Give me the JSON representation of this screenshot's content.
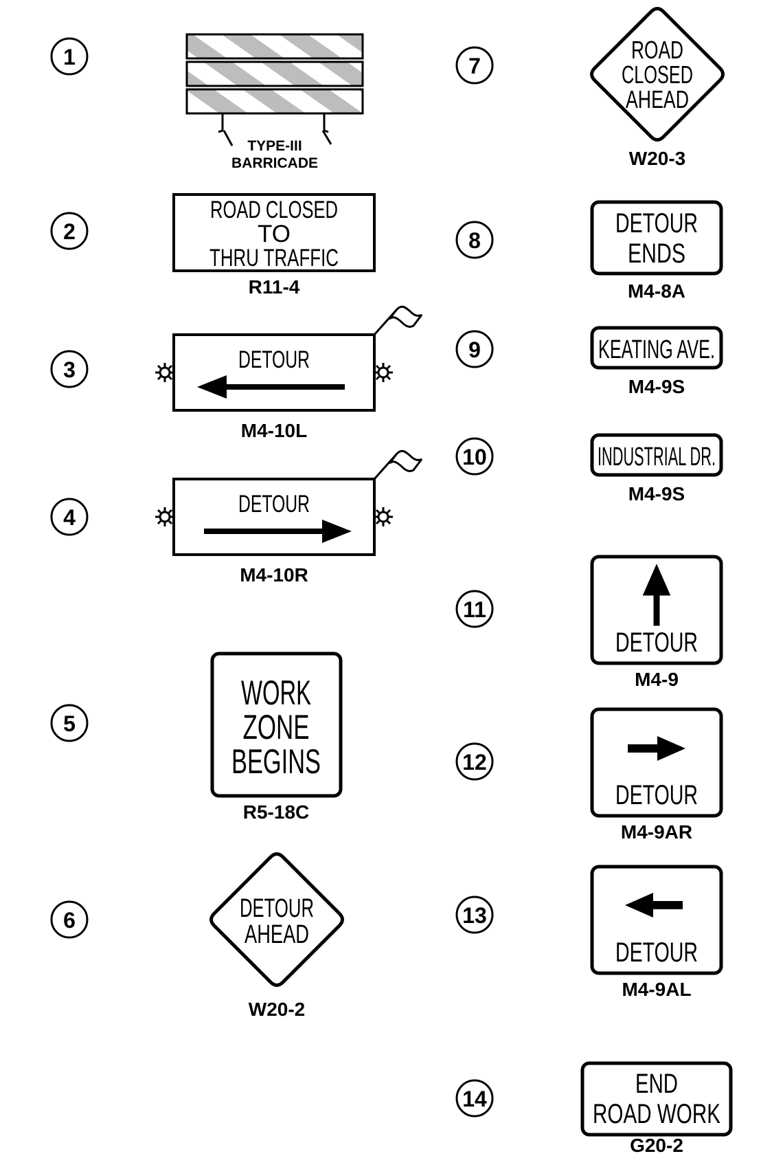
{
  "items": [
    {
      "number": "1",
      "kind": "barricade",
      "label_line1": "TYPE-III",
      "label_line2": "BARRICADE"
    },
    {
      "number": "2",
      "kind": "rect",
      "lines": [
        "ROAD CLOSED",
        "TO",
        "THRU TRAFFIC"
      ],
      "code": "R11-4"
    },
    {
      "number": "3",
      "kind": "detour-arrow-left",
      "lines": [
        "DETOUR"
      ],
      "code": "M4-10L"
    },
    {
      "number": "4",
      "kind": "detour-arrow-right",
      "lines": [
        "DETOUR"
      ],
      "code": "M4-10R"
    },
    {
      "number": "5",
      "kind": "rect",
      "lines": [
        "WORK",
        "ZONE",
        "BEGINS"
      ],
      "code": "R5-18C"
    },
    {
      "number": "6",
      "kind": "diamond",
      "lines": [
        "DETOUR",
        "AHEAD"
      ],
      "code": "W20-2"
    },
    {
      "number": "7",
      "kind": "diamond",
      "lines": [
        "ROAD",
        "CLOSED",
        "AHEAD"
      ],
      "code": "W20-3"
    },
    {
      "number": "8",
      "kind": "rect",
      "lines": [
        "DETOUR",
        "ENDS"
      ],
      "code": "M4-8A"
    },
    {
      "number": "9",
      "kind": "rect",
      "lines": [
        "KEATING AVE."
      ],
      "code": "M4-9S"
    },
    {
      "number": "10",
      "kind": "rect",
      "lines": [
        "INDUSTRIAL DR."
      ],
      "code": "M4-9S"
    },
    {
      "number": "11",
      "kind": "detour-up",
      "lines": [
        "DETOUR"
      ],
      "code": "M4-9"
    },
    {
      "number": "12",
      "kind": "detour-right",
      "lines": [
        "DETOUR"
      ],
      "code": "M4-9AR"
    },
    {
      "number": "13",
      "kind": "detour-left",
      "lines": [
        "DETOUR"
      ],
      "code": "M4-9AL"
    },
    {
      "number": "14",
      "kind": "rect",
      "lines": [
        "END",
        "ROAD WORK"
      ],
      "code": "G20-2"
    }
  ]
}
